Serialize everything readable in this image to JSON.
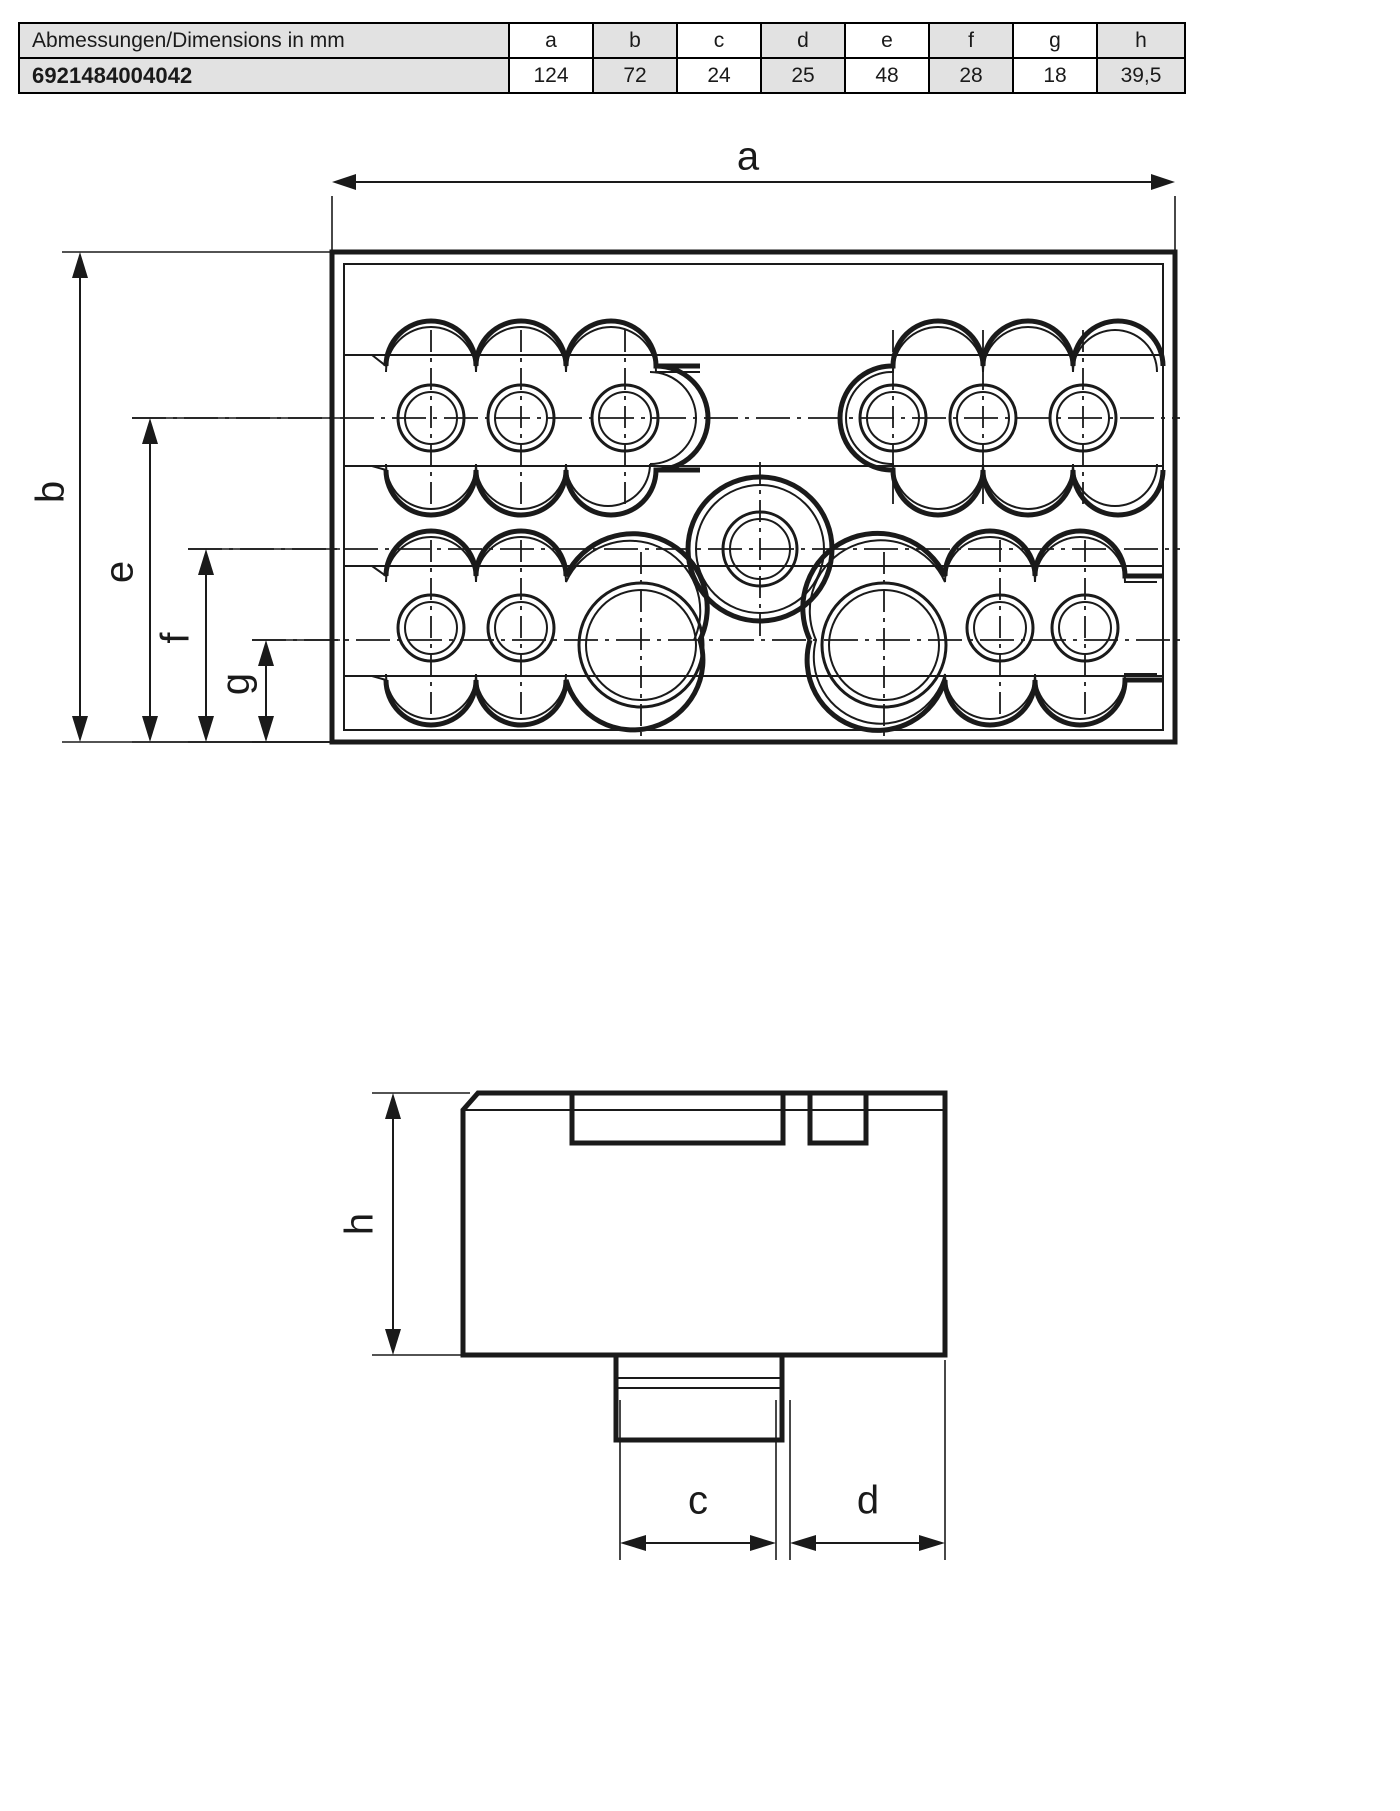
{
  "table": {
    "caption": "Abmessungen/Dimensions in mm",
    "part_number": "6921484004042",
    "columns": [
      "a",
      "b",
      "c",
      "d",
      "e",
      "f",
      "g",
      "h"
    ],
    "values": [
      "124",
      "72",
      "24",
      "25",
      "48",
      "28",
      "18",
      "39,5"
    ]
  },
  "drawing": {
    "top_view": {
      "labels": {
        "a": "a",
        "b": "b",
        "e": "e",
        "f": "f",
        "g": "g"
      }
    },
    "side_view": {
      "labels": {
        "h": "h",
        "c": "c",
        "d": "d"
      }
    }
  },
  "colors": {
    "line": "#1a1a1a",
    "table_shade": "#e2e2e2",
    "background": "#ffffff"
  }
}
